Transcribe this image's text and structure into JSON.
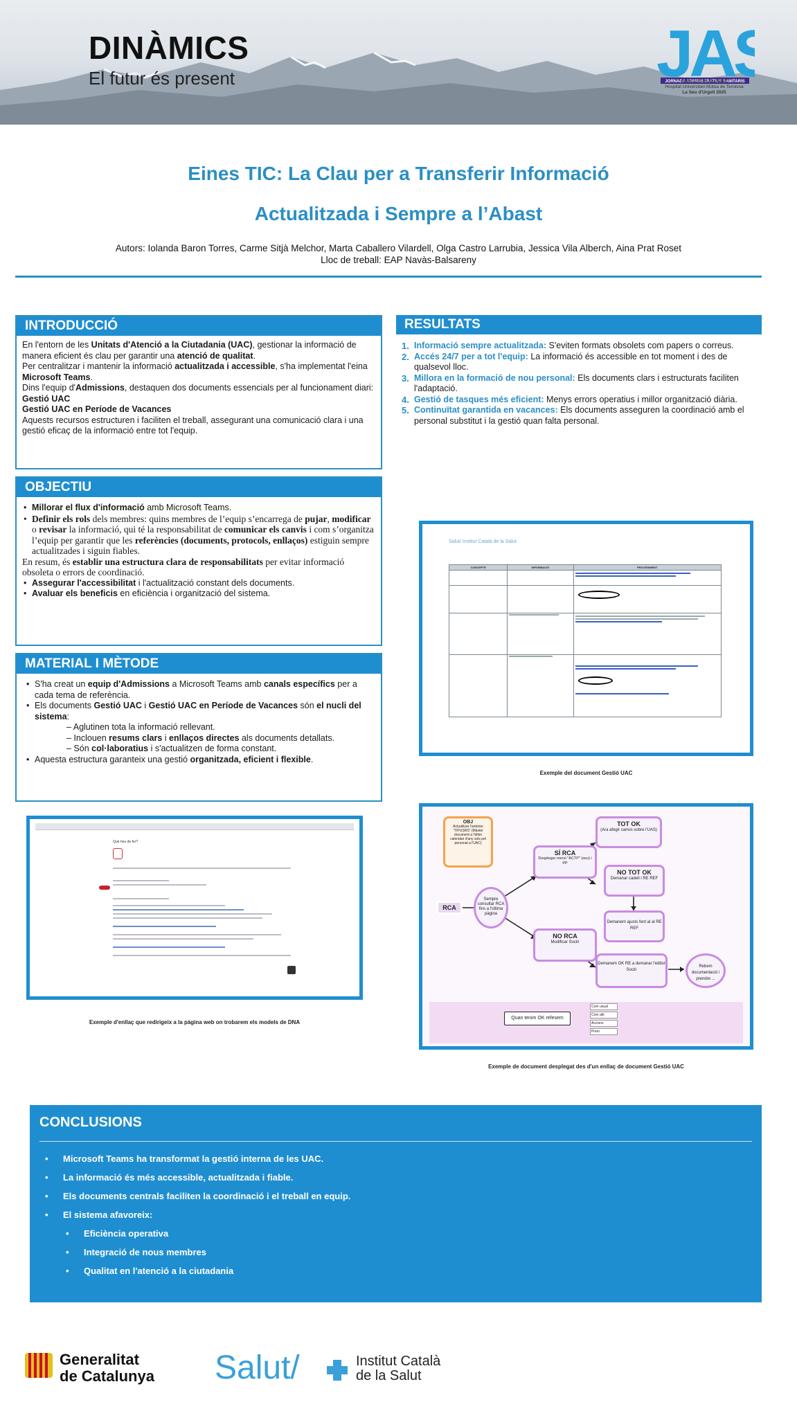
{
  "banner": {
    "brand_title": "DINÀMICS",
    "brand_subtitle": "El futur és present",
    "logo_letters": "JAS",
    "logo_lines": [
      "Agrupació Professional",
      "Hospital Universitari Mútua de Terrassa",
      "La Seu d'Urgell 2025"
    ],
    "logo_band": "JORNADA ADMINISTRATIUS SANITARIS"
  },
  "title": {
    "line1": "Eines TIC: La Clau per a Transferir Informació",
    "line2": "Actualitzada i Sempre a l’Abast"
  },
  "authors": {
    "line1": "Autors: Iolanda Baron Torres, Carme Sitjà Melchor, Marta Caballero Vilardell, Olga Castro Larrubia, Jessica Vila Alberch, Aina Prat Roset",
    "line2": "Lloc de treball: EAP Navàs-Balsareny"
  },
  "intro": {
    "heading": "INTRODUCCIÓ",
    "p1a": "En l'entorn de les ",
    "p1b": "Unitats d'Atenció a la Ciutadania (UAC)",
    "p1c": ", gestionar la informació de manera eficient és clau per garantir una ",
    "p1d": "atenció de qualitat",
    "p1e": ".",
    "p2a": "Per centralitzar i mantenir la informació ",
    "p2b": "actualitzada i accessible",
    "p2c": ", s'ha implementat l'eina ",
    "p2d": "Microsoft Teams",
    "p2e": ".",
    "p3a": "Dins l'equip d'",
    "p3b": "Admissions",
    "p3c": ", destaquen dos documents essencials per al funcionament diari:",
    "doc1": "Gestió UAC",
    "doc2": "Gestió UAC en Període de Vacances",
    "p4": "Aquests recursos estructuren i faciliten el treball, assegurant una comunicació clara i una gestió eficaç de la informació entre tot l'equip."
  },
  "objectiu": {
    "heading": "OBJECTIU",
    "b1a": "Millorar el flux d'informació",
    "b1b": " amb Microsoft Teams.",
    "b2a": "Definir els rols",
    "b2b": " dels membres: quins membres de l’equip s’encarrega de ",
    "b2c": "pujar",
    "b2d": ", ",
    "b2e": "modificar",
    "b2f": " o ",
    "b2g": "revisar",
    "b2h": " la informació, qui té la responsabilitat de ",
    "b2i": "comunicar els canvis",
    "b2j": " i com s’organitza l’equip per garantir que les ",
    "b2k": "referències (documents, protocols, enllaços)",
    "b2l": " estiguin sempre actualitzades i siguin fiables.",
    "p1a": "En resum, és ",
    "p1b": "establir una estructura clara de responsabilitats",
    "p1c": " per evitar informació obsoleta o errors de coordinació.",
    "b3a": "Assegurar l'accessibilitat",
    "b3b": " i l'actualització constant dels documents.",
    "b4a": "Avaluar els beneficis",
    "b4b": " en eficiència i organització del sistema."
  },
  "material": {
    "heading": "MATERIAL I MÈTODE",
    "b1a": "S'ha creat un ",
    "b1b": "equip d'Admissions",
    "b1c": " a Microsoft Teams amb ",
    "b1d": "canals específics",
    "b1e": " per a cada tema de referència.",
    "b2a": "Els documents ",
    "b2b": "Gestió UAC",
    "b2c": " i ",
    "b2d": "Gestió UAC en Període de Vacances",
    "b2e": " són ",
    "b2f": "el nucli del sistema",
    "b2g": ":",
    "s1": "– Aglutinen tota la informació rellevant.",
    "s2a": "– Inclouen ",
    "s2b": "resums clars",
    "s2c": " i ",
    "s2d": "enllaços directes",
    "s2e": " als documents detallats.",
    "s3a": "– Són ",
    "s3b": "col·laboratius",
    "s3c": " i s'actualitzen de forma constant.",
    "b3a": "Aquesta estructura garanteix una gestió ",
    "b3b": "organitzada, eficient i flexible",
    "b3c": "."
  },
  "resultats": {
    "heading": "RESULTATS",
    "items": [
      {
        "num": "1.",
        "key": "Informació sempre actualitzada:",
        "text": " S'eviten formats obsolets com papers o correus."
      },
      {
        "num": "2.",
        "key": "Accés 24/7 per a tot l'equip:",
        "text": " La informació és accessible en tot moment i des de qualsevol lloc."
      },
      {
        "num": "3.",
        "key": "Millora en la formació de nou personal:",
        "text": " Els documents clars i estructurats faciliten l'adaptació."
      },
      {
        "num": "4.",
        "key": "Gestió de tasques més eficient:",
        "text": " Menys errors operatius i millor organització diària."
      },
      {
        "num": "5.",
        "key": "Continuïtat garantida en vacances:",
        "text": " Els documents asseguren la coordinació amb el personal substitut i la gestió quan falta personal."
      }
    ]
  },
  "figures": {
    "doc_caption": "Exemple del document Gestió UAC",
    "doc_header": "Salut/ Institut Català de la Salut",
    "doc_cols": [
      "CONCEPTE",
      "INFORMACIÓ",
      "PROCEDIMENT"
    ],
    "web_caption": "Exemple d'enllaç que redirigeix a la pàgina web on trobarem els models de DNA",
    "web_heading": "Què heu de fer?",
    "flow_caption": "Exemple de document desplegat des d'un enllaç de document Gestió UAC",
    "flow": {
      "start": "RCA",
      "check": "Sempre consultar RCA fins a l'última pàgina",
      "yes": "SÍ RCA",
      "yes_sub": "Desplegar menú \"ACTP\" (seu) i PP",
      "no": "NO RCA",
      "no_sub": "Modificar Sociri",
      "ok_all": "TOT OK",
      "ok_all_sub": "(Ara afegir canvis sobre l'UAS)",
      "not_ok": "NO TOT OK",
      "not_ok_sub": "Demanar cadell i RE REF",
      "request": "Demanem ajusts fent al al RE REF",
      "ok_request": "Demanem OK RE a demanar l'editor Sociri",
      "final": "Rebem documentació i prendre ...",
      "alert": "Quan tenim OK refesem",
      "side": [
        "Com usual",
        "Com afe",
        "Accions",
        "Prem"
      ],
      "note": "Actualitzar l'anterior \"TIPUSRS\" (Màster document a l'últim calendari d'any sols pel personal a l'UAC)"
    }
  },
  "conclusions": {
    "heading": "CONCLUSIONS",
    "items": [
      "Microsoft Teams ha transformat la gestió interna de les UAC.",
      "La informació és més accessible, actualitzada i fiable.",
      "Els documents centrals faciliten la coordinació i el treball en equip.",
      "El sistema afavoreix:"
    ],
    "subitems": [
      "Eficiència operativa",
      "Integració de nous membres",
      "Qualitat en l'atenció a la ciutadania"
    ]
  },
  "footer": {
    "gen_line1": "Generalitat",
    "gen_line2": "de Catalunya",
    "salut": "Salut/",
    "ics_line1": "Institut Català",
    "ics_line2": "de la Salut"
  },
  "colors": {
    "accent": "#1f8ed0",
    "title_blue": "#2b8fc4",
    "flow_purple": "#c98be0",
    "flow_orange": "#f5a24b"
  }
}
